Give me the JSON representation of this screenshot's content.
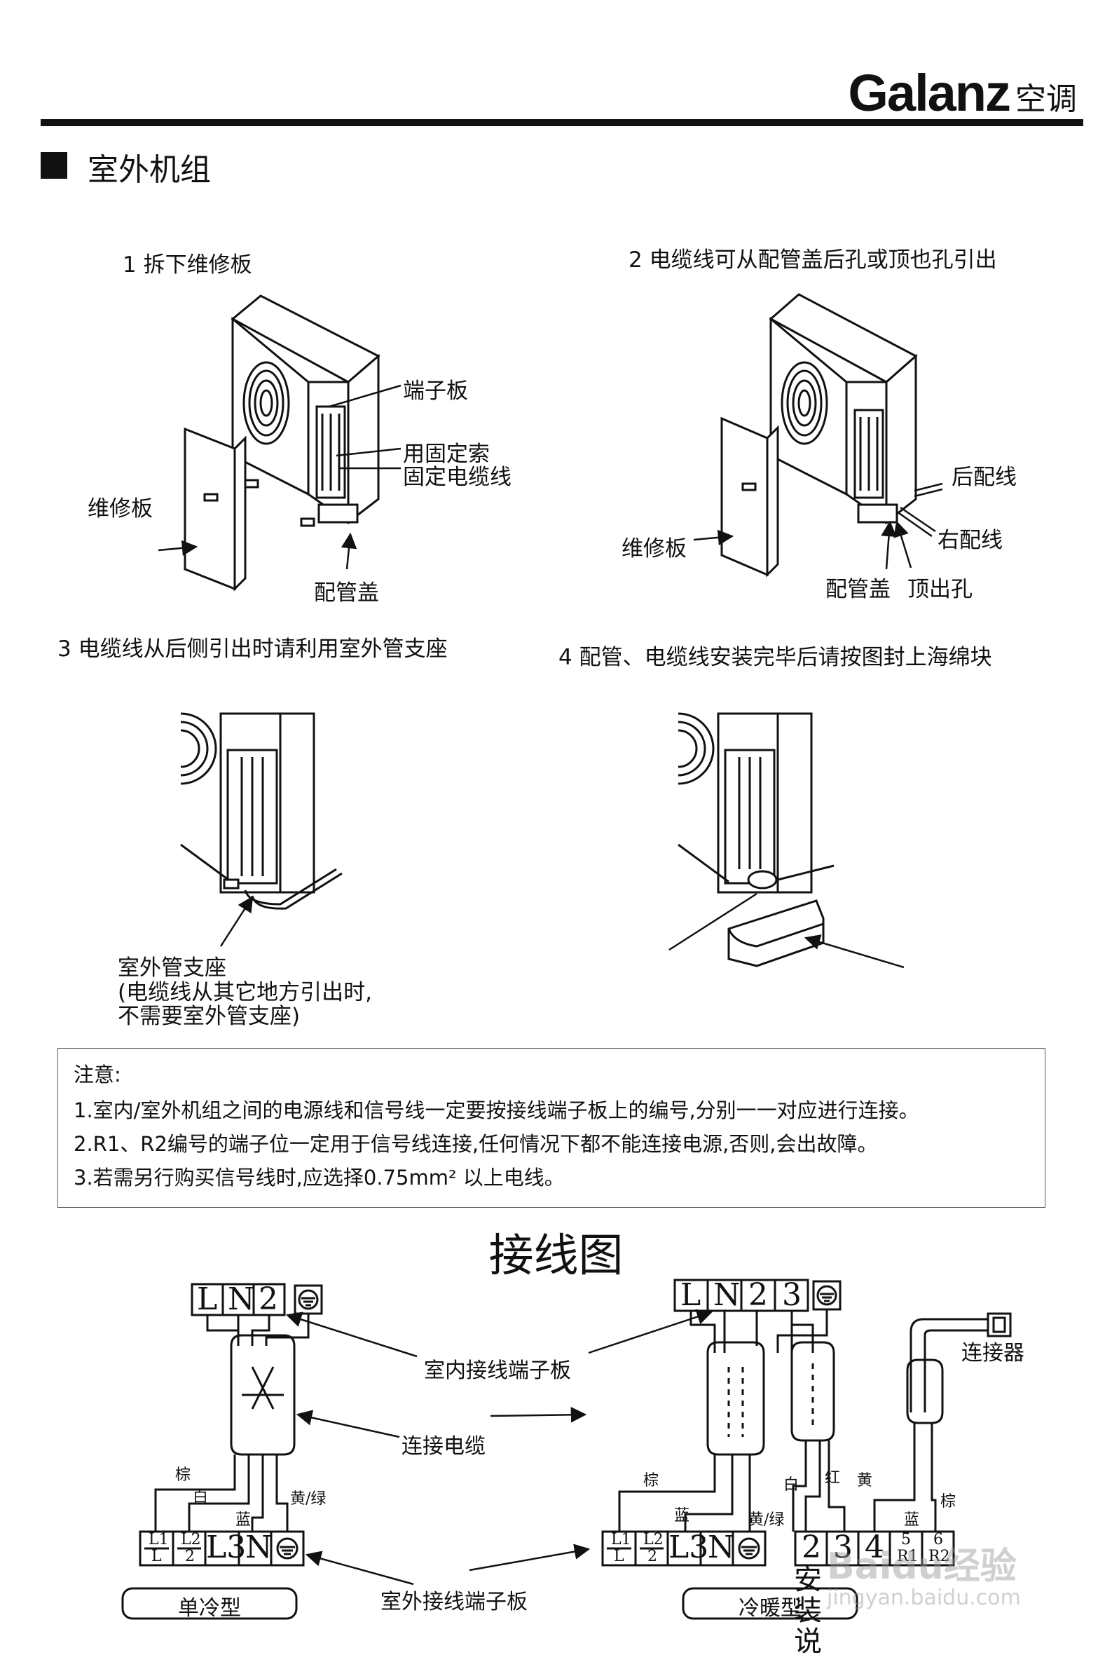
{
  "header": {
    "brand": "Galanz",
    "brand_suffix": "空调"
  },
  "section": {
    "title": "室外机组"
  },
  "steps": {
    "s1": {
      "caption": "1 拆下维修板",
      "labels": {
        "terminal": "端子板",
        "fix1": "用固定索",
        "fix2": "固定电缆线",
        "panel": "维修板",
        "cover": "配管盖"
      }
    },
    "s2": {
      "caption": "2 电缆线可从配管盖后孔或顶也孔引出",
      "labels": {
        "rear": "后配线",
        "right": "右配线",
        "panel": "维修板",
        "cover": "配管盖",
        "top_hole": "顶出孔"
      }
    },
    "s3": {
      "caption": "3 电缆线从后侧引出时请利用室外管支座",
      "labels": {
        "l1": "室外管支座",
        "l2": "(电缆线从其它地方引出时,",
        "l3": "不需要室外管支座)"
      }
    },
    "s4": {
      "caption": "4 配管、电缆线安装完毕后请按图封上海绵块"
    }
  },
  "notes": {
    "title": "注意:",
    "items": [
      "1.室内/室外机组之间的电源线和信号线一定要按接线端子板上的编号,分别一一对应进行连接。",
      "2.R1、R2编号的端子位一定用于信号线连接,任何情况下都不能连接电源,否则,会出故障。",
      "3.若需另行购买信号线时,应选择0.75mm² 以上电线。"
    ]
  },
  "wiring": {
    "title": "接线图",
    "indoor_board": "室内接线端子板",
    "cable": "连接电缆",
    "outdoor_board": "室外接线端子板",
    "connector": "连接器",
    "left_top_terms": [
      "L",
      "N",
      "2"
    ],
    "right_top_terms": [
      "L",
      "N",
      "2",
      "3"
    ],
    "left_bottom_terms": {
      "t1a": "L1",
      "t1b": "L",
      "t2a": "L2",
      "t2b": "2",
      "t3": "L3",
      "t4": "N"
    },
    "right_bottom_terms": {
      "t1a": "L1",
      "t1b": "L",
      "t2a": "L2",
      "t2b": "2",
      "t3": "L3",
      "t4": "N",
      "t5": "2",
      "t6": "3",
      "t7": "4",
      "t8a": "5",
      "t8b": "R1",
      "t9a": "6",
      "t9b": "R2"
    },
    "colors": {
      "brown": "棕",
      "white": "白",
      "blue": "蓝",
      "yg": "黄/绿",
      "red": "红",
      "yellow": "黄"
    },
    "type_single": "单冷型",
    "type_heat": "冷暖型"
  },
  "overlay": {
    "wm1": "安装说",
    "wm2": "Baidu经验",
    "wm3": "jingyan.baidu.com"
  }
}
